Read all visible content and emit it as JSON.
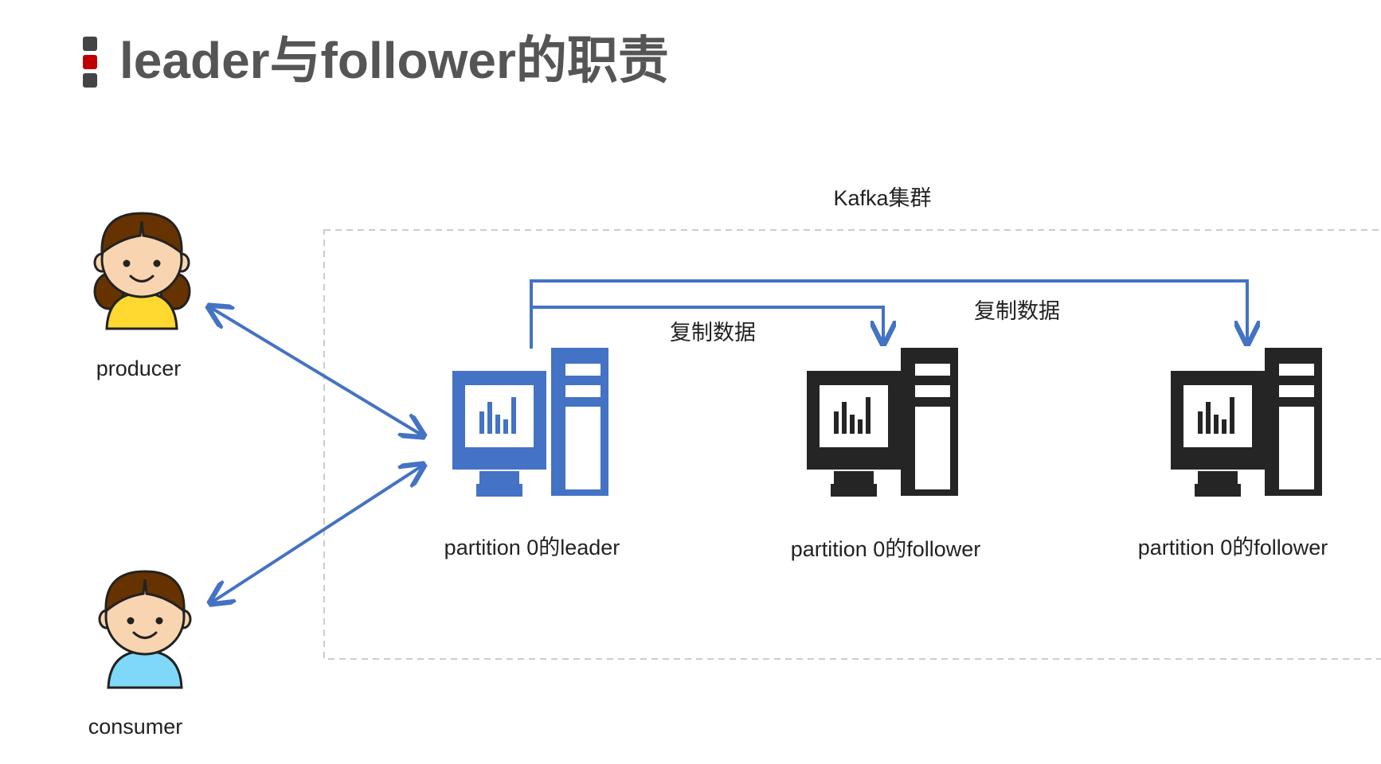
{
  "title": "leader与follower的职责",
  "cluster_label": "Kafka集群",
  "producer_label": "producer",
  "consumer_label": "consumer",
  "leader_label": "partition 0的leader",
  "follower1_label": "partition 0的follower",
  "follower2_label": "partition 0的follower",
  "replicate_label_1": "复制数据",
  "replicate_label_2": "复制数据",
  "colors": {
    "title": "#555555",
    "marker_dark": "#444444",
    "marker_red": "#c00000",
    "accent_blue": "#4472c4",
    "server_dark": "#252525",
    "dashed_border": "#cccccc",
    "hair": "#663300",
    "skin": "#f8d5b0",
    "producer_shirt": "#ffd92f",
    "consumer_shirt": "#7fd8f8"
  }
}
